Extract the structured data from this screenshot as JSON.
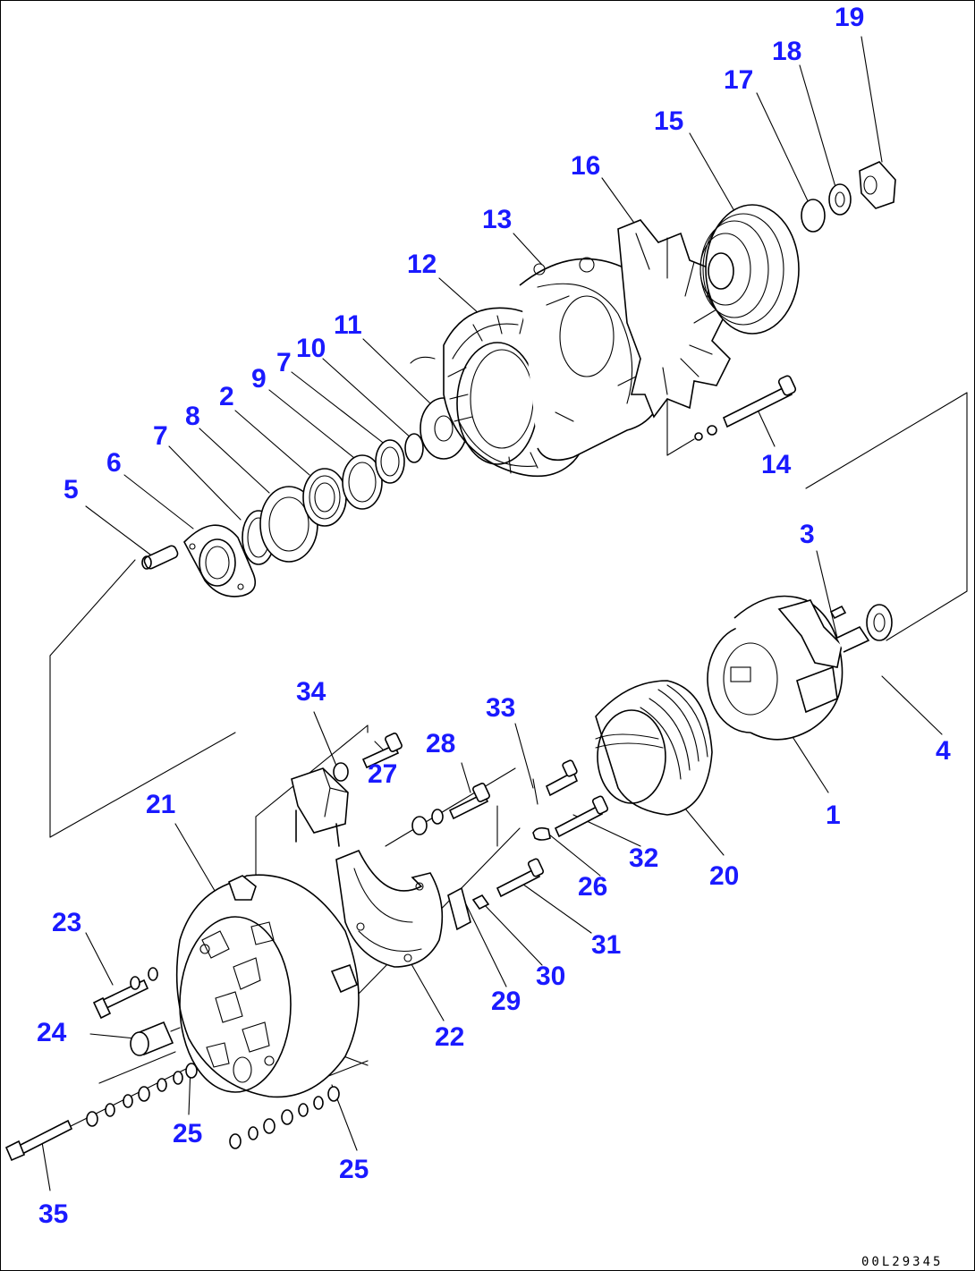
{
  "diagram": {
    "drawing_code": "00L29345",
    "colors": {
      "callout": "#1a1aff",
      "line": "#000000",
      "background": "#ffffff"
    },
    "callouts": [
      {
        "id": "c19",
        "text": "19"
      },
      {
        "id": "c18",
        "text": "18"
      },
      {
        "id": "c17",
        "text": "17"
      },
      {
        "id": "c15",
        "text": "15"
      },
      {
        "id": "c16",
        "text": "16"
      },
      {
        "id": "c13",
        "text": "13"
      },
      {
        "id": "c12",
        "text": "12"
      },
      {
        "id": "c11",
        "text": "11"
      },
      {
        "id": "c10",
        "text": "10"
      },
      {
        "id": "c7a",
        "text": "7"
      },
      {
        "id": "c9",
        "text": "9"
      },
      {
        "id": "c2",
        "text": "2"
      },
      {
        "id": "c8",
        "text": "8"
      },
      {
        "id": "c7b",
        "text": "7"
      },
      {
        "id": "c6",
        "text": "6"
      },
      {
        "id": "c5",
        "text": "5"
      },
      {
        "id": "c14",
        "text": "14"
      },
      {
        "id": "c3",
        "text": "3"
      },
      {
        "id": "c4",
        "text": "4"
      },
      {
        "id": "c1",
        "text": "1"
      },
      {
        "id": "c34",
        "text": "34"
      },
      {
        "id": "c27",
        "text": "27"
      },
      {
        "id": "c28",
        "text": "28"
      },
      {
        "id": "c33",
        "text": "33"
      },
      {
        "id": "c21",
        "text": "21"
      },
      {
        "id": "c32",
        "text": "32"
      },
      {
        "id": "c20",
        "text": "20"
      },
      {
        "id": "c26",
        "text": "26"
      },
      {
        "id": "c31",
        "text": "31"
      },
      {
        "id": "c23",
        "text": "23"
      },
      {
        "id": "c30",
        "text": "30"
      },
      {
        "id": "c29",
        "text": "29"
      },
      {
        "id": "c24",
        "text": "24"
      },
      {
        "id": "c22",
        "text": "22"
      },
      {
        "id": "c25a",
        "text": "25"
      },
      {
        "id": "c25b",
        "text": "25"
      },
      {
        "id": "c35",
        "text": "35"
      }
    ]
  }
}
